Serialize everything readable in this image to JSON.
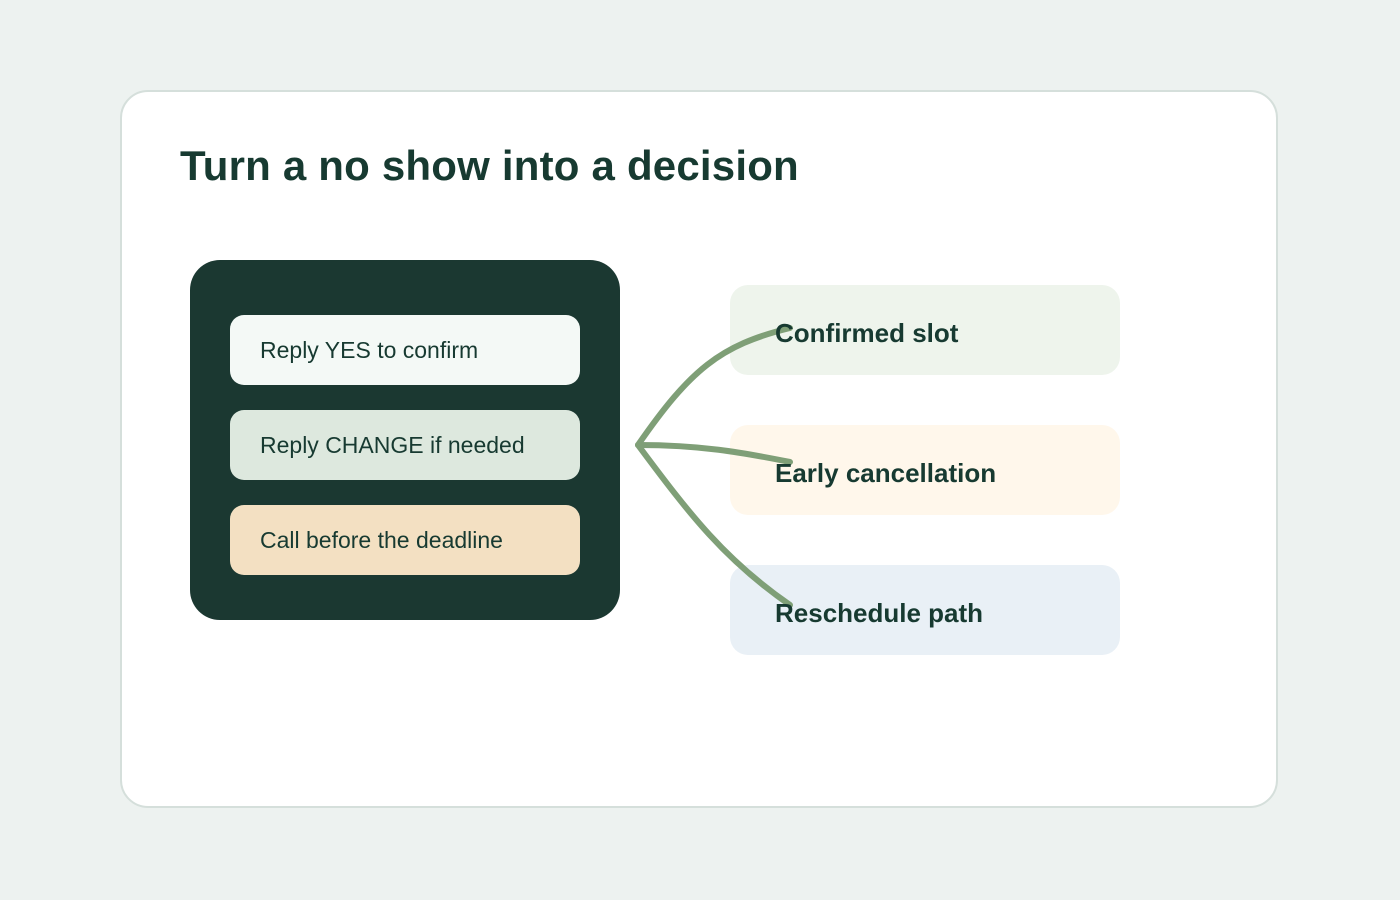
{
  "title": "Turn a no show into a decision",
  "options": [
    {
      "label": "Reply YES to confirm",
      "color": "#f4f9f6"
    },
    {
      "label": "Reply CHANGE if needed",
      "color": "#dde8de"
    },
    {
      "label": "Call before the deadline",
      "color": "#f3e0c2"
    }
  ],
  "outcomes": [
    {
      "label": "Confirmed slot",
      "color": "#eef4ec"
    },
    {
      "label": "Early cancellation",
      "color": "#fff7eb"
    },
    {
      "label": "Reschedule path",
      "color": "#e9f0f6"
    }
  ],
  "colors": {
    "background": "#edf2f0",
    "card": "#ffffff",
    "panel": "#1b3831",
    "text": "#173a31",
    "connector": "#7f9f77"
  }
}
